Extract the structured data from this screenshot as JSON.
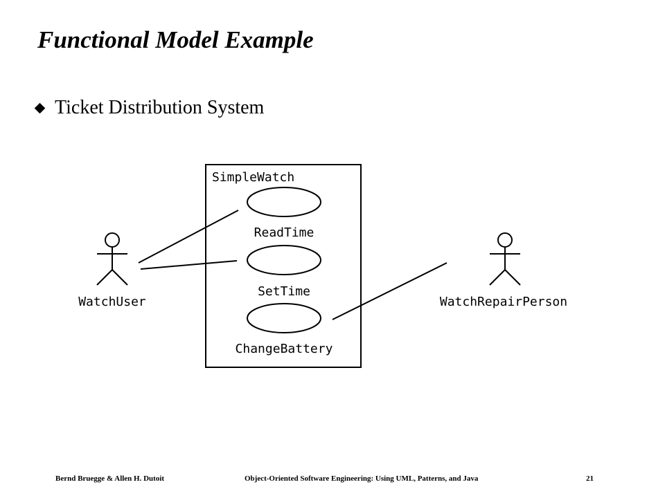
{
  "slide": {
    "title": "Functional Model Example",
    "bullet": "Ticket Distribution System"
  },
  "diagram": {
    "system_name": "SimpleWatch",
    "use_cases": [
      "ReadTime",
      "SetTime",
      "ChangeBattery"
    ],
    "actors": [
      "WatchUser",
      "WatchRepairPerson"
    ]
  },
  "footer": {
    "authors": "Bernd Bruegge & Allen H. Dutoit",
    "book": "Object-Oriented Software Engineering: Using UML, Patterns, and Java",
    "page": "21"
  }
}
